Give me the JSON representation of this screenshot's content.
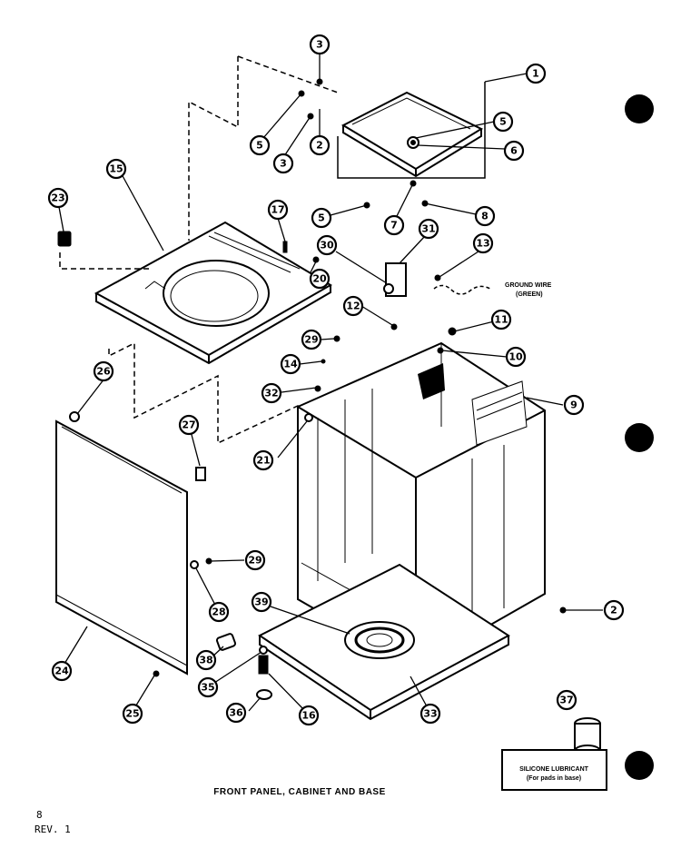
{
  "title": "FRONT PANEL, CABINET AND BASE",
  "page_number": "8",
  "revision": "REV. 1",
  "annotations": {
    "ground_wire": "GROUND WIRE",
    "ground_wire_color": "(GREEN)",
    "lubricant_title": "SILICONE LUBRICANT",
    "lubricant_note": "(For pads in base)"
  },
  "callouts": [
    {
      "id": "c1",
      "label": "1"
    },
    {
      "id": "c2a",
      "label": "2"
    },
    {
      "id": "c2b",
      "label": "2"
    },
    {
      "id": "c3a",
      "label": "3"
    },
    {
      "id": "c3b",
      "label": "3"
    },
    {
      "id": "c5a",
      "label": "5"
    },
    {
      "id": "c5b",
      "label": "5"
    },
    {
      "id": "c5c",
      "label": "5"
    },
    {
      "id": "c6",
      "label": "6"
    },
    {
      "id": "c7",
      "label": "7"
    },
    {
      "id": "c8",
      "label": "8"
    },
    {
      "id": "c9",
      "label": "9"
    },
    {
      "id": "c10",
      "label": "10"
    },
    {
      "id": "c11",
      "label": "11"
    },
    {
      "id": "c12",
      "label": "12"
    },
    {
      "id": "c13",
      "label": "13"
    },
    {
      "id": "c14",
      "label": "14"
    },
    {
      "id": "c15",
      "label": "15"
    },
    {
      "id": "c16",
      "label": "16"
    },
    {
      "id": "c17",
      "label": "17"
    },
    {
      "id": "c20",
      "label": "20"
    },
    {
      "id": "c21",
      "label": "21"
    },
    {
      "id": "c23",
      "label": "23"
    },
    {
      "id": "c24",
      "label": "24"
    },
    {
      "id": "c25",
      "label": "25"
    },
    {
      "id": "c26",
      "label": "26"
    },
    {
      "id": "c27",
      "label": "27"
    },
    {
      "id": "c28",
      "label": "28"
    },
    {
      "id": "c29a",
      "label": "29"
    },
    {
      "id": "c29b",
      "label": "29"
    },
    {
      "id": "c30",
      "label": "30"
    },
    {
      "id": "c31",
      "label": "31"
    },
    {
      "id": "c32",
      "label": "32"
    },
    {
      "id": "c33",
      "label": "33"
    },
    {
      "id": "c35",
      "label": "35"
    },
    {
      "id": "c36",
      "label": "36"
    },
    {
      "id": "c37",
      "label": "37"
    },
    {
      "id": "c38",
      "label": "38"
    },
    {
      "id": "c39",
      "label": "39"
    }
  ]
}
